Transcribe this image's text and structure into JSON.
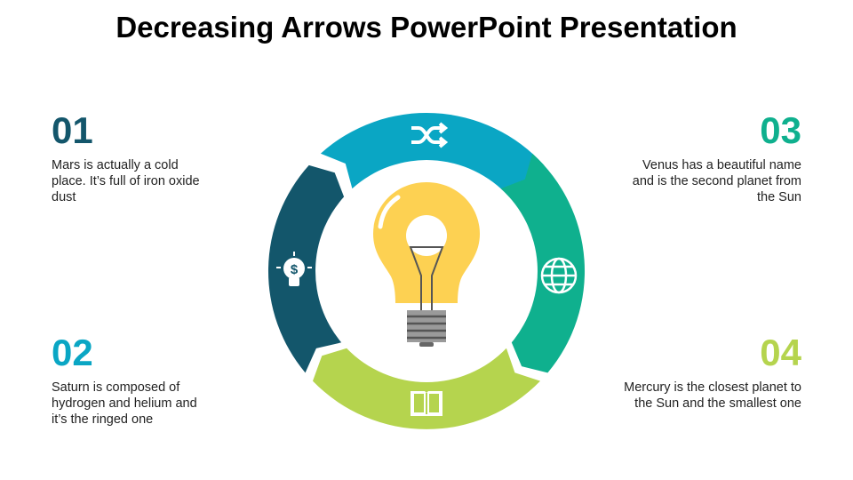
{
  "title": "Decreasing Arrows PowerPoint Presentation",
  "items": [
    {
      "num": "01",
      "text": "Mars is actually a cold place. It’s full of iron oxide dust",
      "color": "#13566b",
      "icon": "lightbulb-dollar-icon"
    },
    {
      "num": "02",
      "text": "Saturn is composed of hydrogen and helium and it’s the ringed one",
      "color": "#0aa6c4",
      "icon": "shuffle-icon"
    },
    {
      "num": "03",
      "text": "Venus has a beautiful name and is the second planet from the Sun",
      "color": "#0fb08e",
      "icon": "globe-icon"
    },
    {
      "num": "04",
      "text": "Mercury is the closest planet to the Sun and the smallest one",
      "color": "#b5d44e",
      "icon": "book-icon"
    }
  ],
  "center_icon": "lightbulb-icon"
}
